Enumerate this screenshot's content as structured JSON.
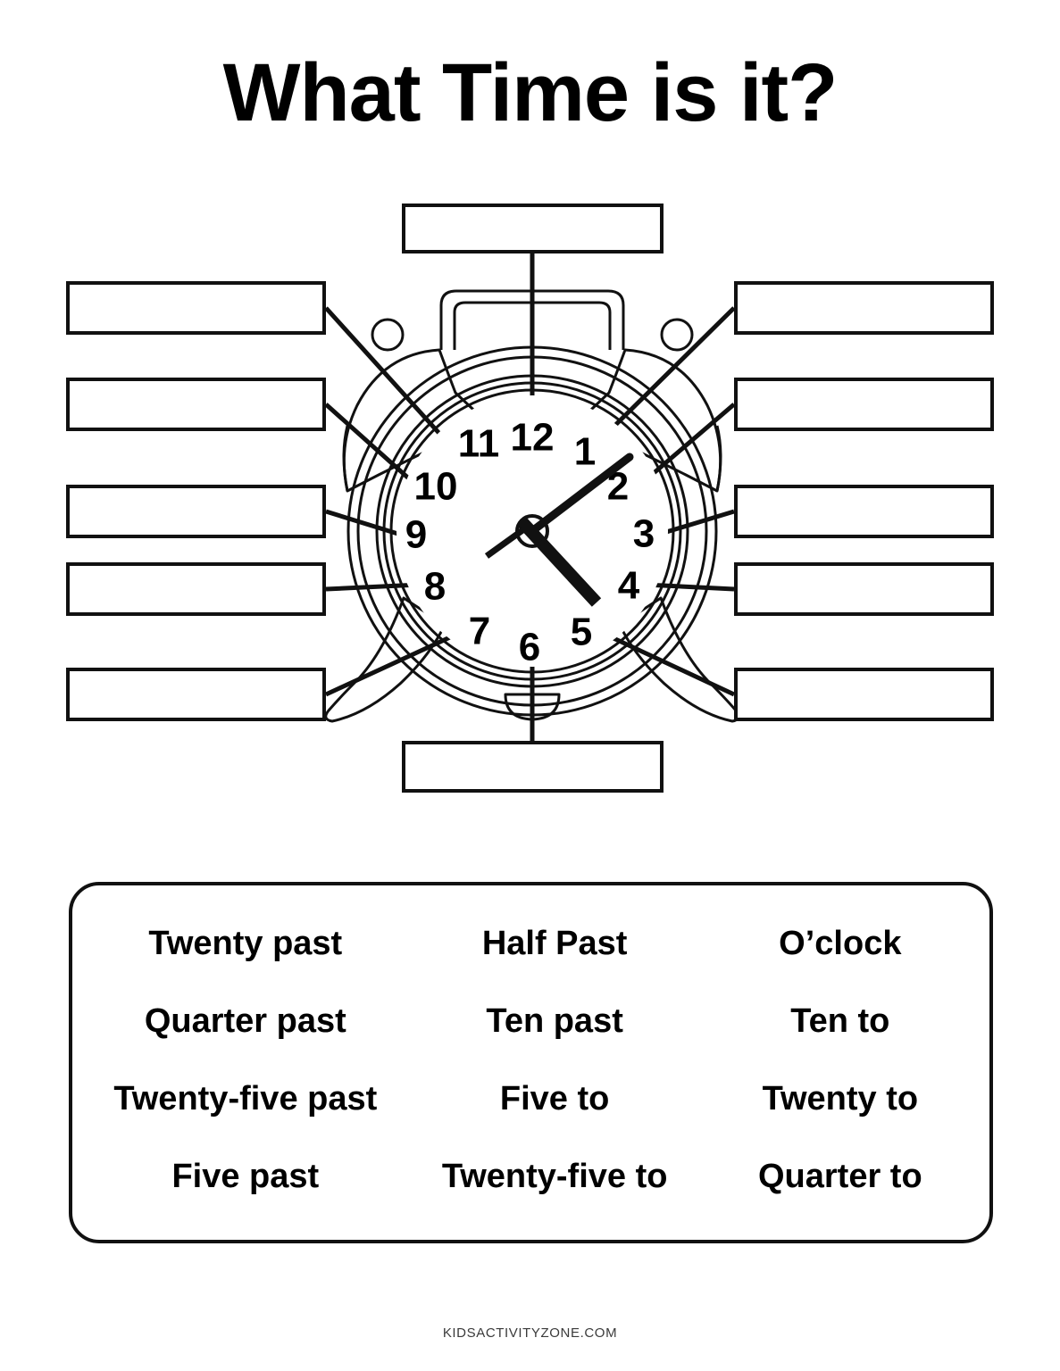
{
  "page": {
    "title": "What Time is it?",
    "footer": "KIDSACTIVITYZONE.COM",
    "ink_color": "#111111",
    "background_color": "#ffffff"
  },
  "clock": {
    "type": "analog-alarm-clock",
    "numerals": [
      "12",
      "1",
      "2",
      "3",
      "4",
      "5",
      "6",
      "7",
      "8",
      "9",
      "10",
      "11"
    ],
    "hour_hand_points_to": "between 4 and 5",
    "minute_hand_points_to": "between 1 and 2",
    "has_bells": true,
    "has_handle": true,
    "has_legs": true
  },
  "answer_boxes": {
    "count": 12,
    "values": [
      "",
      "",
      "",
      "",
      "",
      "",
      "",
      "",
      "",
      "",
      "",
      ""
    ],
    "placeholder": ""
  },
  "word_bank": {
    "rows": [
      [
        "Twenty past",
        "Half Past",
        "O’clock"
      ],
      [
        "Quarter past",
        "Ten past",
        "Ten to"
      ],
      [
        "Twenty-five past",
        "Five to",
        "Twenty to"
      ],
      [
        "Five past",
        "Twenty-five to",
        "Quarter to"
      ]
    ]
  }
}
